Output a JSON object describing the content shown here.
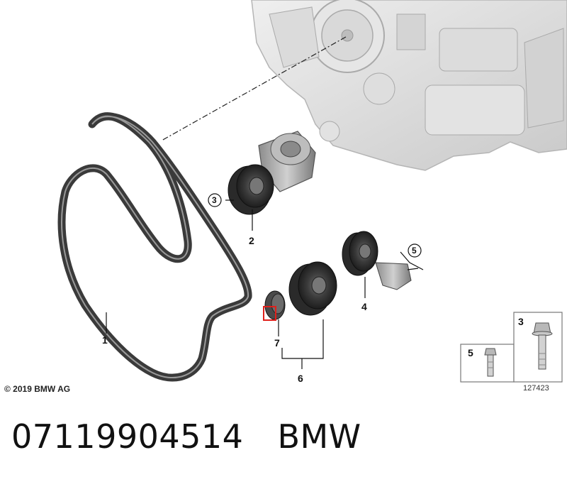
{
  "diagram": {
    "callouts": [
      "1",
      "2",
      "3",
      "4",
      "5",
      "6",
      "7"
    ],
    "inset_callouts": [
      "5",
      "3"
    ],
    "copyright": "© 2019 BMW AG",
    "drawing_number": "127423"
  },
  "footer": {
    "part_number": "07119904514",
    "brand": "BMW"
  },
  "colors": {
    "belt": "#3a3a3a",
    "highlight": "#e0201b",
    "engine": "#d8d8d8"
  }
}
